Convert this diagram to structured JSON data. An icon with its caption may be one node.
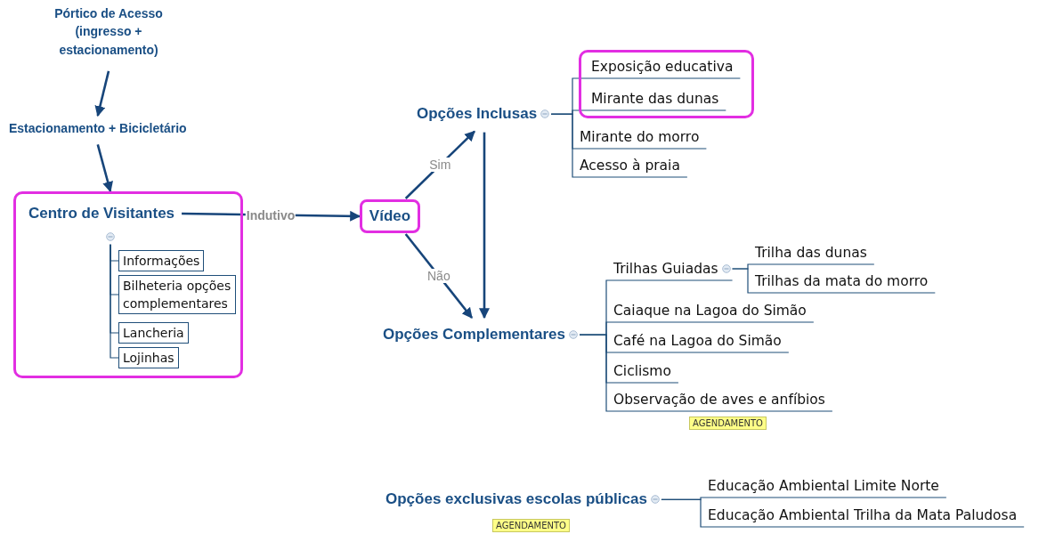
{
  "diagram": {
    "nodes": [
      {
        "text": [
          "Pórtico de Acesso (ingresso + estacionamento)"
        ]
      },
      {
        "text": [
          "Estacionamento + Bicicletário"
        ]
      },
      {
        "text": [],
        "shape": "box"
      },
      {
        "text": [
          "Centro de Visitantes"
        ],
        "in": 2
      },
      {
        "text": [
          "Informações"
        ],
        "in": 2
      },
      {
        "text": [
          "Bilheteria opções complementares"
        ],
        "in": 2
      },
      {
        "text": [
          "Lancheria"
        ],
        "in": 2
      },
      {
        "text": [
          "Lojinhas"
        ],
        "in": 2
      },
      {
        "text": [
          "Vídeo"
        ]
      },
      {
        "text": [
          "Opções Inclusas"
        ]
      },
      {
        "text": [],
        "shape": "box"
      },
      {
        "text": [
          "Exposição educativa"
        ],
        "in": 10
      },
      {
        "text": [
          "Mirante das dunas"
        ],
        "in": 10
      },
      {
        "text": [
          "Mirante do morro"
        ]
      },
      {
        "text": [
          "Acesso à praia"
        ]
      },
      {
        "text": [
          "Opções Complementares"
        ]
      },
      {
        "text": [
          "Trilhas Guiadas"
        ]
      },
      {
        "text": [
          "Trilha das dunas"
        ]
      },
      {
        "text": [
          "Trilhas da mata do morro"
        ]
      },
      {
        "text": [
          "Caiaque na Lagoa do Simão"
        ]
      },
      {
        "text": [
          "Café na Lagoa do Simão"
        ]
      },
      {
        "text": [
          "Ciclismo"
        ]
      },
      {
        "text": [
          "Observação de aves e anfíbios"
        ],
        "beside": [
          "AGENDAMENTO"
        ]
      },
      {
        "text": [
          "Opções exclusivas escolas públicas"
        ]
      },
      {
        "text": [
          "Educação Ambiental Limite Norte"
        ]
      },
      {
        "text": [
          "Educação Ambiental Trilha da Mata Paludosa"
        ]
      }
    ],
    "edges": [
      {
        "from": 0,
        "to": 1,
        "arrow": "to"
      },
      {
        "from": 1,
        "to": 2,
        "arrow": "to"
      },
      {
        "from": 3,
        "to": 8,
        "arrow": "to",
        "label": "Indutivo"
      },
      {
        "from": 8,
        "to": 9,
        "arrow": "to",
        "label": "Sim"
      },
      {
        "from": 8,
        "to": 15,
        "arrow": "to",
        "label": "Não"
      },
      {
        "from": 9,
        "to": 15,
        "arrow": "to"
      },
      {
        "from": 3,
        "to": 4,
        "arrow": "none"
      },
      {
        "from": 3,
        "to": 5,
        "arrow": "none"
      },
      {
        "from": 3,
        "to": 6,
        "arrow": "none"
      },
      {
        "from": 3,
        "to": 7,
        "arrow": "none"
      },
      {
        "from": 9,
        "to": 11,
        "arrow": "none"
      },
      {
        "from": 9,
        "to": 12,
        "arrow": "none"
      },
      {
        "from": 9,
        "to": 13,
        "arrow": "none"
      },
      {
        "from": 9,
        "to": 14,
        "arrow": "none"
      },
      {
        "from": 15,
        "to": 16,
        "arrow": "none"
      },
      {
        "from": 15,
        "to": 19,
        "arrow": "none"
      },
      {
        "from": 15,
        "to": 20,
        "arrow": "none"
      },
      {
        "from": 15,
        "to": 21,
        "arrow": "none"
      },
      {
        "from": 15,
        "to": 22,
        "arrow": "none"
      },
      {
        "from": 16,
        "to": 17,
        "arrow": "none"
      },
      {
        "from": 16,
        "to": 18,
        "arrow": "none"
      },
      {
        "from": 23,
        "to": 24,
        "arrow": "none"
      },
      {
        "from": 23,
        "to": 25,
        "arrow": "none"
      }
    ],
    "labels": [
      "AGENDAMENTO"
    ]
  }
}
